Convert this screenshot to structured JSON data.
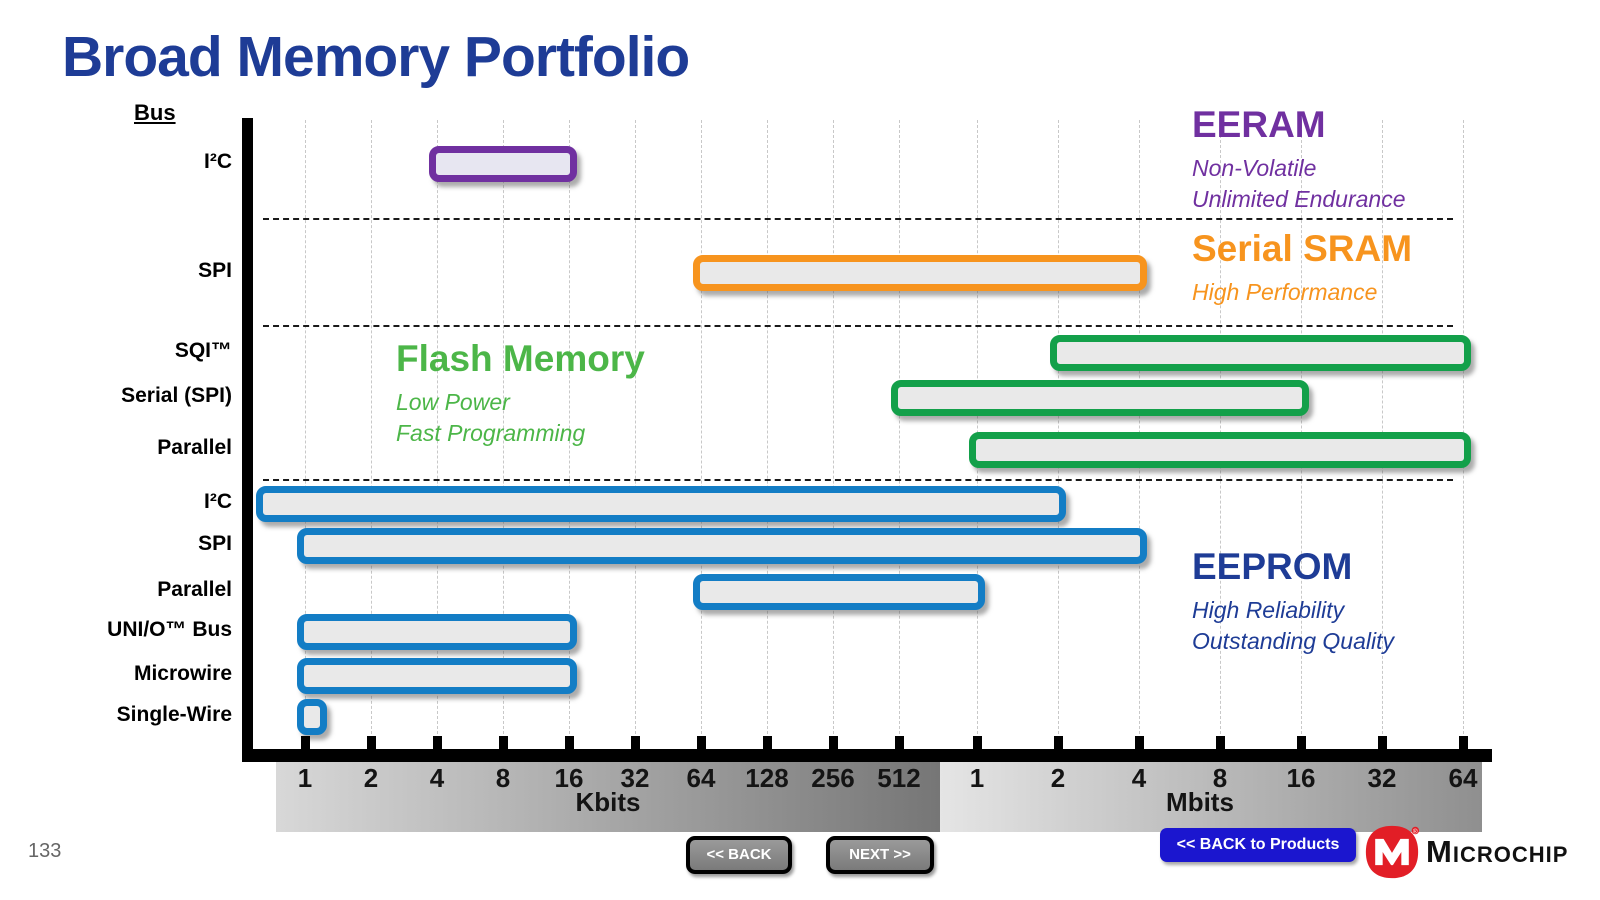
{
  "slide": {
    "title": "Broad Memory Portfolio",
    "bus_axis_header": "Bus",
    "page_number": "133"
  },
  "chart_data": {
    "type": "bar",
    "orientation": "horizontal-range",
    "x_scale": "log2",
    "x_axis": {
      "kbits_unit_label": "Kbits",
      "mbits_unit_label": "Mbits",
      "kbits_tick_labels": [
        "1",
        "2",
        "4",
        "8",
        "16",
        "32",
        "64",
        "128",
        "256",
        "512"
      ],
      "mbits_tick_labels": [
        "1",
        "2",
        "4",
        "8",
        "16",
        "32",
        "64"
      ]
    },
    "y_axis_label": "Bus",
    "families": [
      {
        "name": "EERAM",
        "border_color": "#7030a0",
        "fill_color": "#e7e6f1"
      },
      {
        "name": "Serial SRAM",
        "border_color": "#f7941e",
        "fill_color": "#e9e9e9"
      },
      {
        "name": "Flash",
        "border_color": "#13a04a",
        "fill_color": "#e9e9e9"
      },
      {
        "name": "EEPROM",
        "border_color": "#137dc5",
        "fill_color": "#e9e9e9"
      }
    ],
    "rows": [
      {
        "bus": "I²C",
        "family": "EERAM",
        "from_kbits": 4,
        "to_kbits": 16
      },
      {
        "bus": "SPI",
        "family": "Serial SRAM",
        "from_kbits": 64,
        "to_kbits": 4096
      },
      {
        "bus": "SQI™",
        "family": "Flash",
        "from_kbits": 2048,
        "to_kbits": 65536
      },
      {
        "bus": "Serial (SPI)",
        "family": "Flash",
        "from_kbits": 512,
        "to_kbits": 16384
      },
      {
        "bus": "Parallel",
        "family": "Flash",
        "from_kbits": 1024,
        "to_kbits": 65536
      },
      {
        "bus": "I²C",
        "family": "EEPROM",
        "from_kbits": 0.5,
        "to_kbits": 2048
      },
      {
        "bus": "SPI",
        "family": "EEPROM",
        "from_kbits": 1,
        "to_kbits": 4096
      },
      {
        "bus": "Parallel",
        "family": "EEPROM",
        "from_kbits": 64,
        "to_kbits": 1024
      },
      {
        "bus": "UNI/O™ Bus",
        "family": "EEPROM",
        "from_kbits": 1,
        "to_kbits": 16
      },
      {
        "bus": "Microwire",
        "family": "EEPROM",
        "from_kbits": 1,
        "to_kbits": 16
      },
      {
        "bus": "Single-Wire",
        "family": "EEPROM",
        "from_kbits": 1,
        "to_kbits": 1
      }
    ]
  },
  "legends": {
    "eeram": {
      "title": "EERAM",
      "color": "#7030a0",
      "lines": [
        "Non-Volatile",
        "Unlimited Endurance"
      ]
    },
    "sram": {
      "title": "Serial SRAM",
      "color": "#f7941e",
      "lines": [
        "High Performance"
      ]
    },
    "flash": {
      "title": "Flash Memory",
      "color": "#4cb648",
      "lines": [
        "Low Power",
        "Fast Programming"
      ]
    },
    "eeprom": {
      "title": "EEPROM",
      "color": "#1e3c96",
      "lines": [
        "High Reliability",
        "Outstanding Quality"
      ]
    }
  },
  "nav": {
    "back_label": "<< BACK",
    "next_label": "NEXT >>",
    "back_to_products_label": "<< BACK to Products"
  },
  "branding": {
    "logo_text": "Microchip",
    "logo_color": "#e21e26"
  }
}
